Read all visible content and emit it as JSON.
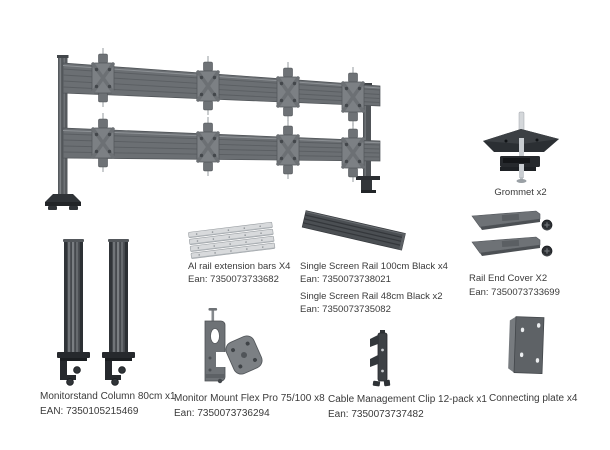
{
  "sheet": {
    "title_hidden": "",
    "background": "#ffffff"
  },
  "colors": {
    "background": "#ffffff",
    "text": "#3a3a3a",
    "metal_mid": "#6b6f73",
    "metal_dark": "#45494d",
    "metal_light": "#d8dadc",
    "black_part": "#26292d"
  },
  "parts": {
    "assembly": {
      "graphic": "dual-row-eight-monitor-rail-stand"
    },
    "grommet": {
      "name": "Grommet x2"
    },
    "al_extension_bars": {
      "name": "Al rail extension bars X4",
      "ean": "Ean: 7350073733682"
    },
    "single_screen_rail_100": {
      "name": "Single Screen Rail 100cm Black x4",
      "ean": "Ean: 7350073738021"
    },
    "single_screen_rail_48": {
      "name": "Single Screen Rail 48cm Black x2",
      "ean": "Ean: 7350073735082"
    },
    "rail_end_cover": {
      "name": "Rail End Cover X2",
      "ean": "Ean: 7350073733699"
    },
    "monitorstand_column": {
      "name": "Monitorstand Column 80cm x1",
      "ean": "EAN: 7350105215469"
    },
    "monitor_mount_flex_pro": {
      "name": "Monitor Mount Flex Pro 75/100 x8",
      "ean": "Ean: 7350073736294"
    },
    "cable_management_clip": {
      "name": "Cable Management Clip 12-pack x1",
      "ean": "Ean: 7350073737482"
    },
    "connecting_plate": {
      "name": "Connecting plate x4"
    }
  }
}
